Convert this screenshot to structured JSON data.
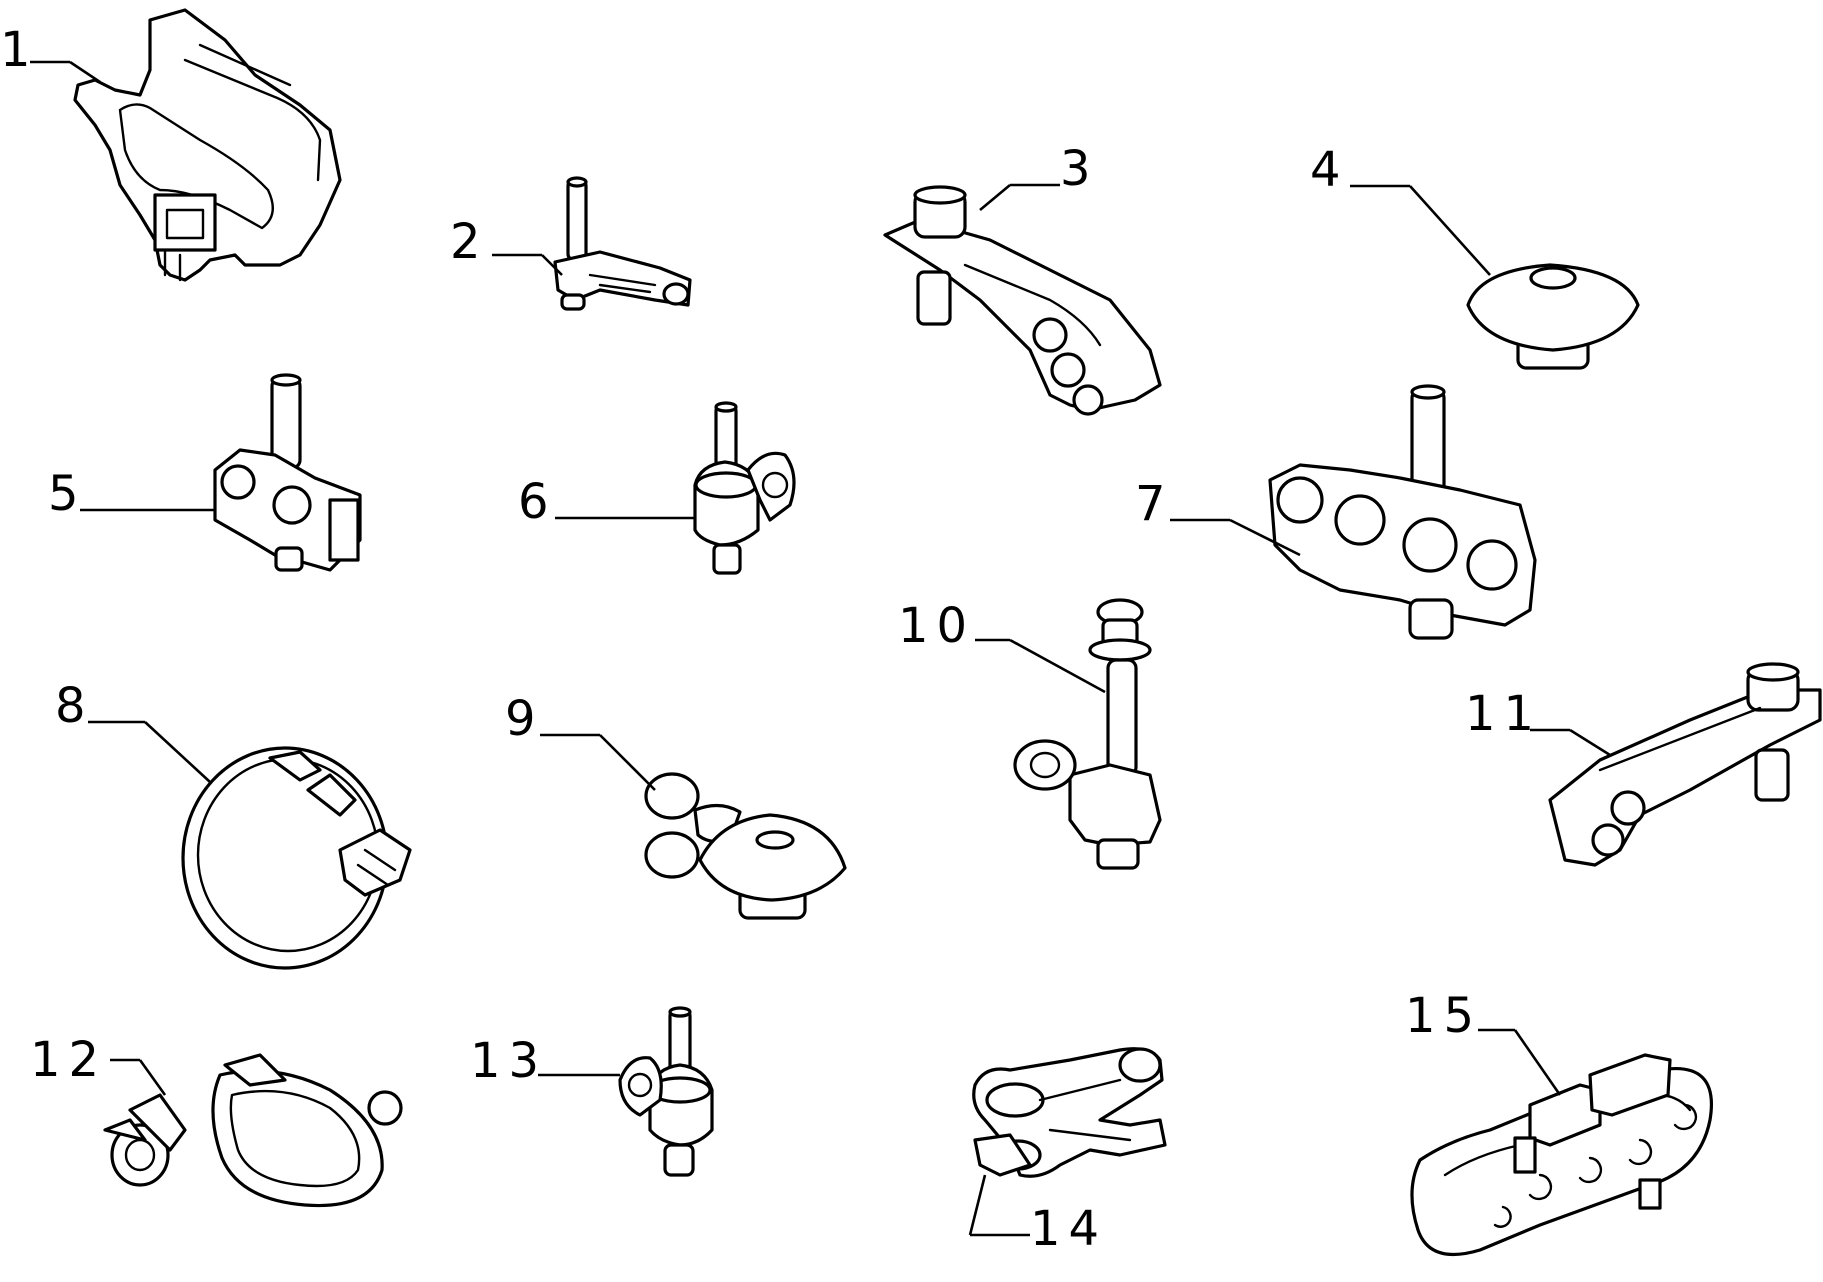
{
  "labels": {
    "p1": "1",
    "p2": "2",
    "p3": "3",
    "p4": "4",
    "p5": "5",
    "p6": "6",
    "p7": "7",
    "p8": "8",
    "p9": "9",
    "p10": "10",
    "p11": "11",
    "p12": "12",
    "p13": "13",
    "p14": "14",
    "p15": "15"
  }
}
